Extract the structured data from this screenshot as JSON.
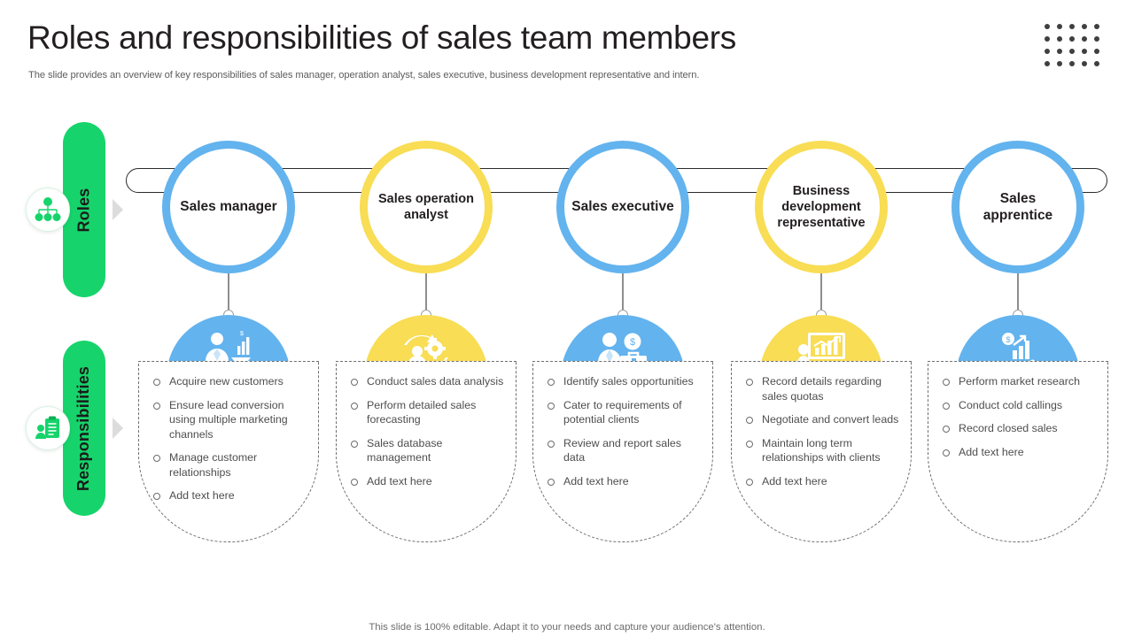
{
  "header": {
    "title": "Roles and responsibilities of sales team members",
    "subtitle": "The slide provides an overview of key responsibilities of sales manager, operation analyst, sales executive, business development representative and intern.",
    "decoration_icon": "dot-grid-icon"
  },
  "rail": {
    "roles_label": "Roles",
    "responsibilities_label": "Responsibilities",
    "roles_icon": "org-chart-icon",
    "responsibilities_icon": "clipboard-checklist-person-icon"
  },
  "colors": {
    "green": "#16d46b",
    "blue": "#63b3ee",
    "yellow": "#f8dd55",
    "text": "#231f20",
    "body_text": "#4e4e4e"
  },
  "columns": [
    {
      "role": "Sales manager",
      "color": "#63b3ee",
      "color_name": "blue",
      "icon": "businessman-chart-icon",
      "responsibilities": [
        "Acquire new customers",
        "Ensure lead conversion using multiple marketing channels",
        "Manage customer relationships",
        "Add text here"
      ]
    },
    {
      "role": "Sales operation analyst",
      "color": "#f8dd55",
      "color_name": "yellow",
      "icon": "people-gear-process-icon",
      "responsibilities": [
        "Conduct sales data analysis",
        "Perform detailed sales forecasting",
        "Sales database management",
        "Add text here"
      ]
    },
    {
      "role": "Sales executive",
      "color": "#63b3ee",
      "color_name": "blue",
      "icon": "salesperson-briefcase-dollar-icon",
      "responsibilities": [
        "Identify sales opportunities",
        "Cater to requirements of potential clients",
        "Review and report sales data",
        "Add text here"
      ]
    },
    {
      "role": "Business development representative",
      "color": "#f8dd55",
      "color_name": "yellow",
      "icon": "presentation-growth-chart-icon",
      "responsibilities": [
        "Record details regarding  sales quotas",
        "Negotiate and convert leads",
        "Maintain long term relationships with clients",
        "Add text here"
      ]
    },
    {
      "role": "Sales apprentice",
      "color": "#63b3ee",
      "color_name": "blue",
      "icon": "hand-bar-chart-dollar-icon",
      "responsibilities": [
        "Perform market research",
        "Conduct cold callings",
        "Record closed sales",
        "Add text here"
      ]
    }
  ],
  "footer": {
    "note": "This slide is 100% editable. Adapt it to your needs and capture your audience's attention."
  }
}
